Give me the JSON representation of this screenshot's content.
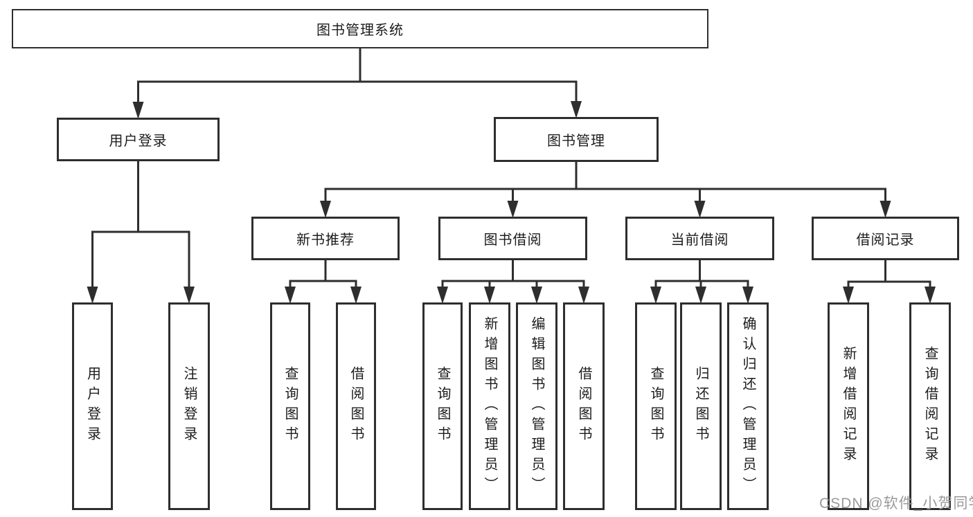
{
  "diagram": {
    "title": "图书管理系统",
    "nodes": [
      {
        "id": "root",
        "label": "图书管理系统",
        "orientation": "horizontal",
        "level": 1
      },
      {
        "id": "user-login",
        "label": "用户登录",
        "orientation": "horizontal",
        "level": 2
      },
      {
        "id": "book-management",
        "label": "图书管理",
        "orientation": "horizontal",
        "level": 2
      },
      {
        "id": "new-book-recommend",
        "label": "新书推荐",
        "orientation": "horizontal",
        "level": 3
      },
      {
        "id": "book-borrowing",
        "label": "图书借阅",
        "orientation": "horizontal",
        "level": 3
      },
      {
        "id": "current-borrowing",
        "label": "当前借阅",
        "orientation": "horizontal",
        "level": 3
      },
      {
        "id": "borrowing-records",
        "label": "借阅记录",
        "orientation": "horizontal",
        "level": 3
      },
      {
        "id": "leaf-user-login",
        "label": "用户登录",
        "orientation": "vertical",
        "level": 4
      },
      {
        "id": "leaf-logout",
        "label": "注销登录",
        "orientation": "vertical",
        "level": 4
      },
      {
        "id": "leaf-query-books-1",
        "label": "查询图书",
        "orientation": "vertical",
        "level": 4
      },
      {
        "id": "leaf-borrow-books-1",
        "label": "借阅图书",
        "orientation": "vertical",
        "level": 4
      },
      {
        "id": "leaf-query-books-2",
        "label": "查询图书",
        "orientation": "vertical",
        "level": 4
      },
      {
        "id": "leaf-add-books-admin",
        "label": "新增图书（管理员）",
        "orientation": "vertical",
        "level": 4
      },
      {
        "id": "leaf-edit-books-admin",
        "label": "编辑图书（管理员）",
        "orientation": "vertical",
        "level": 4
      },
      {
        "id": "leaf-borrow-books-2",
        "label": "借阅图书",
        "orientation": "vertical",
        "level": 4
      },
      {
        "id": "leaf-query-books-3",
        "label": "查询图书",
        "orientation": "vertical",
        "level": 4
      },
      {
        "id": "leaf-return-books",
        "label": "归还图书",
        "orientation": "vertical",
        "level": 4
      },
      {
        "id": "leaf-confirm-return-admin",
        "label": "确认归还（管理员）",
        "orientation": "vertical",
        "level": 4
      },
      {
        "id": "leaf-add-borrow-record",
        "label": "新增借阅记录",
        "orientation": "vertical",
        "level": 4
      },
      {
        "id": "leaf-query-borrow-record",
        "label": "查询借阅记录",
        "orientation": "vertical",
        "level": 4
      }
    ],
    "edges": [
      {
        "from": "root",
        "to": "user-login"
      },
      {
        "from": "root",
        "to": "book-management"
      },
      {
        "from": "user-login",
        "to": "leaf-user-login"
      },
      {
        "from": "user-login",
        "to": "leaf-logout"
      },
      {
        "from": "book-management",
        "to": "new-book-recommend"
      },
      {
        "from": "book-management",
        "to": "book-borrowing"
      },
      {
        "from": "book-management",
        "to": "current-borrowing"
      },
      {
        "from": "book-management",
        "to": "borrowing-records"
      },
      {
        "from": "new-book-recommend",
        "to": "leaf-query-books-1"
      },
      {
        "from": "new-book-recommend",
        "to": "leaf-borrow-books-1"
      },
      {
        "from": "book-borrowing",
        "to": "leaf-query-books-2"
      },
      {
        "from": "book-borrowing",
        "to": "leaf-add-books-admin"
      },
      {
        "from": "book-borrowing",
        "to": "leaf-edit-books-admin"
      },
      {
        "from": "book-borrowing",
        "to": "leaf-borrow-books-2"
      },
      {
        "from": "current-borrowing",
        "to": "leaf-query-books-3"
      },
      {
        "from": "current-borrowing",
        "to": "leaf-return-books"
      },
      {
        "from": "current-borrowing",
        "to": "leaf-confirm-return-admin"
      },
      {
        "from": "borrowing-records",
        "to": "leaf-add-borrow-record"
      },
      {
        "from": "borrowing-records",
        "to": "leaf-query-borrow-record"
      }
    ],
    "watermark": "CSDN @软件_小贺同学",
    "colors": {
      "line": "#2e2e2e",
      "text": "#1c1c1c",
      "watermark": "#9a9a9a",
      "background": "#ffffff"
    }
  }
}
